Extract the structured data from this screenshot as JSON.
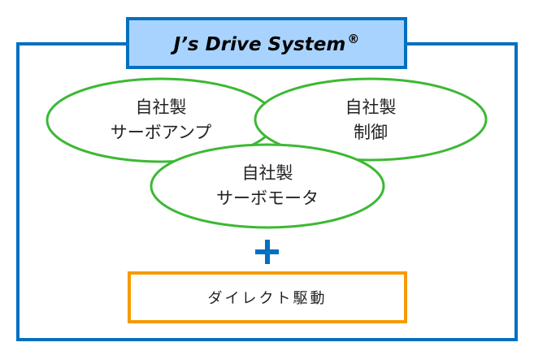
{
  "title": {
    "text": "J’s Drive System",
    "mark": "®"
  },
  "circles": [
    {
      "id": "servo-amp",
      "line1": "自社製",
      "line2": "サーボアンプ"
    },
    {
      "id": "control",
      "line1": "自社製",
      "line2": "制御"
    },
    {
      "id": "servo-motor",
      "line1": "自社製",
      "line2": "サーボモータ"
    }
  ],
  "operator": "+",
  "bottom_box": {
    "text": "ダイレクト駆動"
  },
  "colors": {
    "frame": "#0070C0",
    "title_fill": "#A9D3FF",
    "ellipse_stroke": "#3CB934",
    "bottom_box_stroke": "#F59B00"
  }
}
